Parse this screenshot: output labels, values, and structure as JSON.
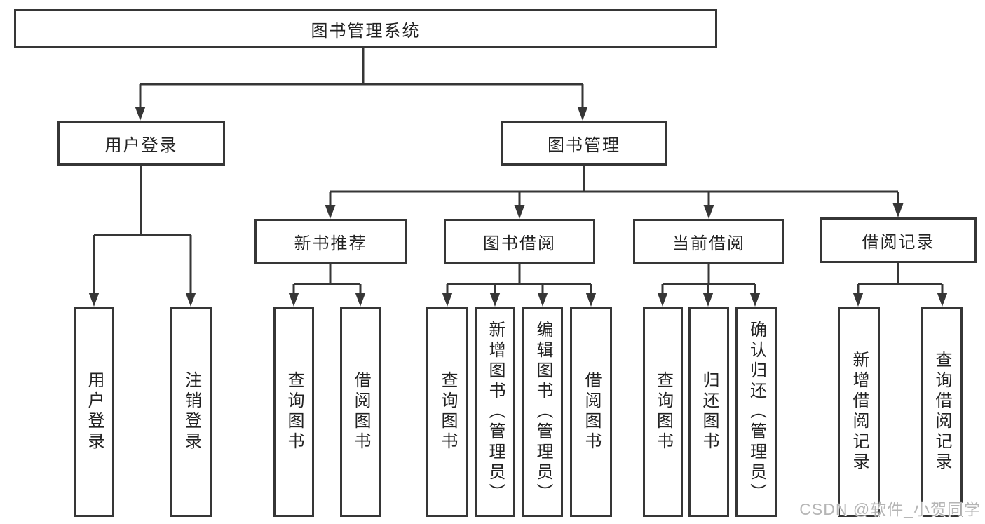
{
  "diagram": {
    "title": "图书管理系统",
    "level2": {
      "user_login": "用户登录",
      "book_mgmt": "图书管理"
    },
    "level3": {
      "new_book_rec": "新书推荐",
      "book_borrow": "图书借阅",
      "current_borrow": "当前借阅",
      "borrow_record": "借阅记录"
    },
    "leaves": {
      "user_login": "用户登录",
      "logout": "注销登录",
      "nb_search": "查询图书",
      "nb_borrow": "借阅图书",
      "bb_search": "查询图书",
      "bb_add": "新增图书（管理员）",
      "bb_edit": "编辑图书（管理员）",
      "bb_borrow": "借阅图书",
      "cb_search": "查询图书",
      "cb_return": "归还图书",
      "cb_confirm": "确认归还（管理员）",
      "br_add": "新增借阅记录",
      "br_search": "查询借阅记录"
    }
  },
  "watermark": "CSDN @软件_小贺同学",
  "colors": {
    "line": "#363636",
    "text": "#222222",
    "watermark": "#b5b5b5"
  }
}
